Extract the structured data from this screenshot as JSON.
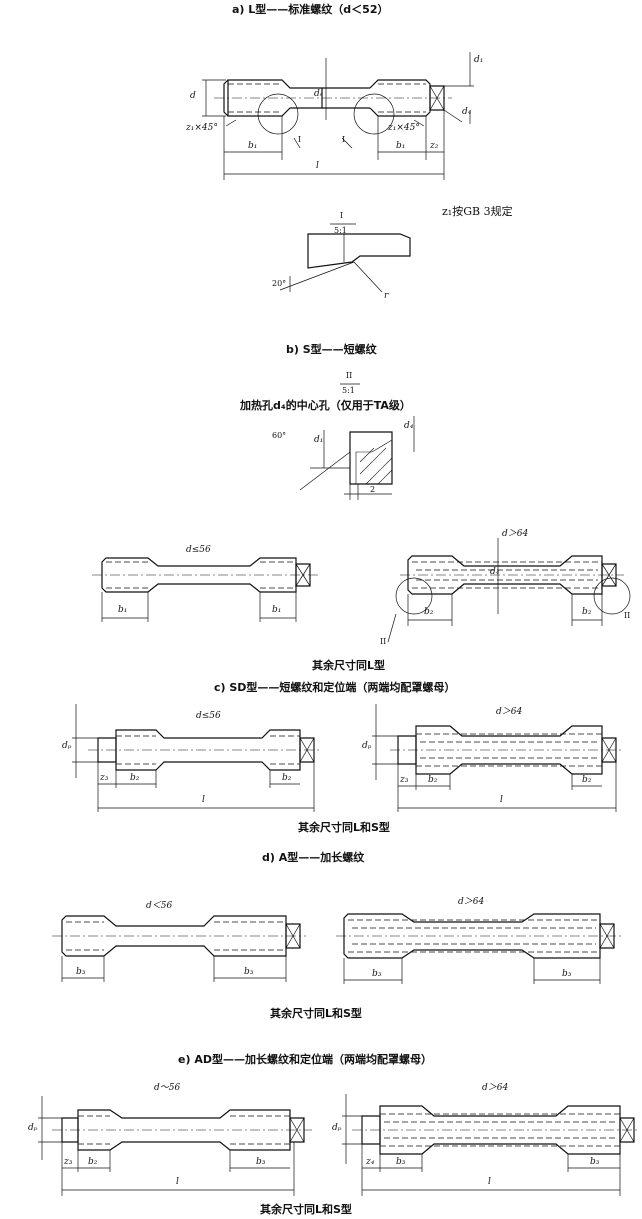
{
  "captions": {
    "a": "a) L型——标准螺纹（d＜52）",
    "b": "b) S型——短螺纹",
    "c": "c) SD型——短螺纹和定位端（两端均配罩螺母）",
    "d": "d) A型——加长螺纹",
    "e": "e) AD型——加长螺纹和定位端（两端均配罩螺母）"
  },
  "notes": {
    "z1_gb3": "z₁按GB 3规定",
    "heat_hole": "加热孔d₄的中心孔（仅用于TA级）",
    "same_as_L": "其余尺寸同L型",
    "same_as_LS_c": "其余尺寸同L和S型",
    "same_as_LS_d": "其余尺寸同L和S型",
    "same_as_LS_e": "其余尺寸同L和S型"
  },
  "detail_labels": {
    "detail1_num": "I",
    "detail1_scale": "5:1",
    "detail2_num": "II",
    "detail2_scale": "5:1"
  },
  "dims": {
    "d": "d",
    "ds": "dₛ",
    "d1": "d₁",
    "d4": "d₄",
    "dp": "dₚ",
    "b1": "b₁",
    "b2": "b₂",
    "b3": "b₃",
    "z1": "z₁",
    "z2": "z₂",
    "z3": "z₃",
    "z4": "z₄",
    "l": "l",
    "r": "r",
    "s_angle": "z₁×45°",
    "roman1": "I",
    "roman2": "II",
    "angle20": "20°",
    "angle60": "60°",
    "two": "2",
    "d_lt56": "d≤56",
    "d_gt64": "d＞64",
    "d_lt56b": "d≤56",
    "d_lt56c": "d＜56",
    "d_lt56e": "d～56"
  }
}
